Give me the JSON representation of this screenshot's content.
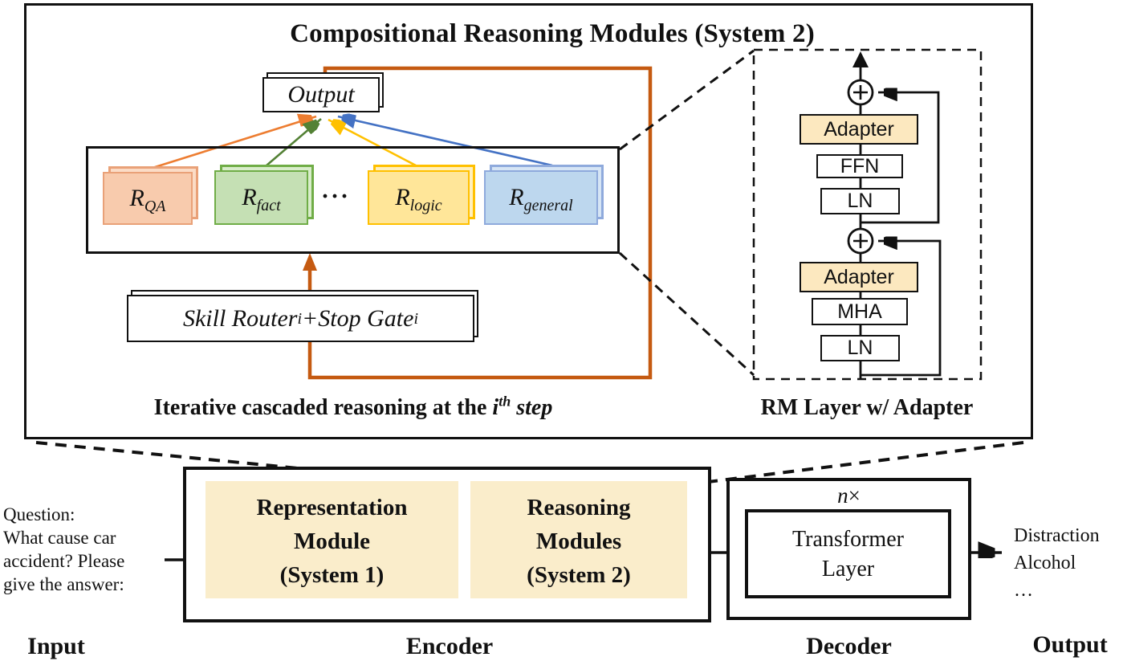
{
  "panel": {
    "title": "Compositional Reasoning Modules (System 2)",
    "caption_iterative_prefix": "Iterative cascaded reasoning at the ",
    "caption_i": "i",
    "caption_th": "th",
    "caption_step": " step",
    "caption_rm": "RM Layer w/ Adapter"
  },
  "output_box": {
    "label": "Output"
  },
  "modules": [
    {
      "base": "R",
      "sub": "QA",
      "fill": "#F8CBAD",
      "border": "#E9A178",
      "bevel": "#FBDCC6"
    },
    {
      "base": "R",
      "sub": "fact",
      "fill": "#C5E0B4",
      "border": "#70AD47",
      "bevel": "#D9EDCB"
    },
    {
      "base": "R",
      "sub": "logic",
      "fill": "#FFE699",
      "border": "#FFC000",
      "bevel": "#FFF0BE"
    },
    {
      "base": "R",
      "sub": "general",
      "fill": "#BDD7EE",
      "border": "#8FAADC",
      "bevel": "#D6E5F5"
    }
  ],
  "dots": "···",
  "skill_router": {
    "text1": "Skill Router",
    "sub1": "i",
    "text2": "+Stop Gate",
    "sub2": "i"
  },
  "rm": {
    "adapter": "Adapter",
    "ffn": "FFN",
    "ln": "LN",
    "mha": "MHA"
  },
  "encoder": {
    "label": "Encoder",
    "module1_lines": [
      "Representation",
      "Module",
      "(System 1)"
    ],
    "module2_lines": [
      "Reasoning",
      "Modules",
      "(System 2)"
    ]
  },
  "decoder": {
    "label": "Decoder",
    "n": "n",
    "times": "×",
    "transformer_line1": "Transformer",
    "transformer_line2": "Layer"
  },
  "input": {
    "label": "Input",
    "question_lines": [
      "Question:",
      "What cause car",
      "accident? Please",
      "give the answer:"
    ]
  },
  "output_side": {
    "label": "Output",
    "predictions": [
      "Distraction",
      "Alcohol",
      "…"
    ]
  },
  "colors": {
    "loop_brown": "#C55A11",
    "arrow_orange": "#ED7D31",
    "arrow_green": "#538135",
    "arrow_yellow": "#FFC000",
    "arrow_blue": "#4472C4",
    "line_black": "#111111",
    "adapter_fill": "#FCE8BF",
    "encoder_module_fill": "#FAEDCB"
  }
}
